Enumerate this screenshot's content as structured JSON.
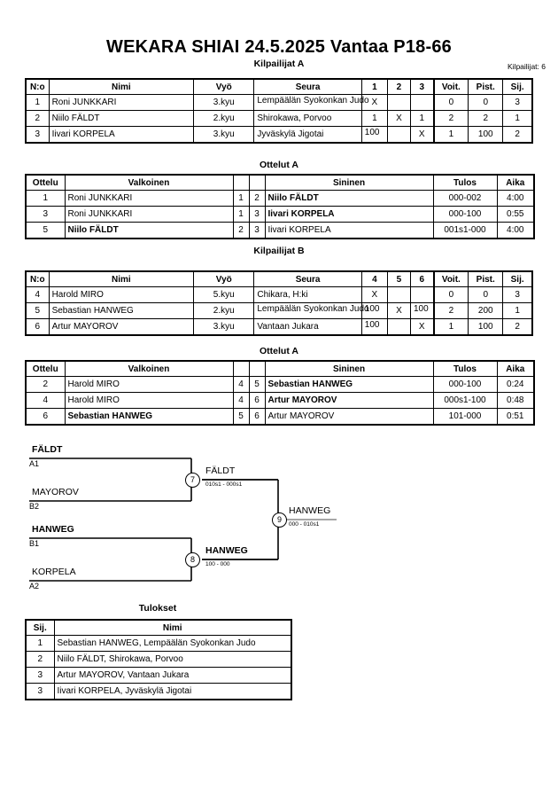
{
  "header": {
    "title": "WEKARA SHIAI  24.5.2025  Vantaa   P18-66",
    "competitors_label": "Kilpailijat: 6"
  },
  "pool_a": {
    "caption": "Kilpailijat A",
    "columns": [
      "N:o",
      "Nimi",
      "Vyö",
      "Seura",
      "1",
      "2",
      "3",
      "Voit.",
      "Pist.",
      "Sij."
    ],
    "rows": [
      {
        "no": "1",
        "name": "Roni JUNKKARI",
        "belt": "3.kyu",
        "club": "Lempäälän Syokonkan Judo",
        "m1": "X",
        "m2": "",
        "m3": "",
        "wins": "0",
        "points": "0",
        "rank": "3"
      },
      {
        "no": "2",
        "name": "Niilo FÄLDT",
        "belt": "2.kyu",
        "club": "Shirokawa, Porvoo",
        "m1": "1",
        "m2": "X",
        "m3": "1",
        "wins": "2",
        "points": "2",
        "rank": "1"
      },
      {
        "no": "3",
        "name": "Iivari KORPELA",
        "belt": "3.kyu",
        "club": "Jyväskylä Jigotai",
        "m1": "100",
        "m2": "",
        "m3": "X",
        "wins": "1",
        "points": "100",
        "rank": "2"
      }
    ]
  },
  "matches_a": {
    "caption": "Ottelut A",
    "columns": [
      "Ottelu",
      "Valkoinen",
      "",
      "",
      "Sininen",
      "Tulos",
      "Aika"
    ],
    "rows": [
      {
        "bout": "1",
        "white": "Roni JUNKKARI",
        "white_bold": false,
        "wn": "1",
        "bn": "2",
        "blue": "Niilo FÄLDT",
        "blue_bold": true,
        "result": "000-002",
        "time": "4:00"
      },
      {
        "bout": "3",
        "white": "Roni JUNKKARI",
        "white_bold": false,
        "wn": "1",
        "bn": "3",
        "blue": "Iivari KORPELA",
        "blue_bold": true,
        "result": "000-100",
        "time": "0:55"
      },
      {
        "bout": "5",
        "white": "Niilo FÄLDT",
        "white_bold": true,
        "wn": "2",
        "bn": "3",
        "blue": "Iivari KORPELA",
        "blue_bold": false,
        "result": "001s1-000",
        "time": "4:00"
      }
    ]
  },
  "pool_b": {
    "caption": "Kilpailijat B",
    "columns": [
      "N:o",
      "Nimi",
      "Vyö",
      "Seura",
      "4",
      "5",
      "6",
      "Voit.",
      "Pist.",
      "Sij."
    ],
    "rows": [
      {
        "no": "4",
        "name": "Harold MIRO",
        "belt": "5.kyu",
        "club": "Chikara, H:ki",
        "m1": "X",
        "m2": "",
        "m3": "",
        "wins": "0",
        "points": "0",
        "rank": "3"
      },
      {
        "no": "5",
        "name": "Sebastian HANWEG",
        "belt": "2.kyu",
        "club": "Lempäälän Syokonkan Judo",
        "m1": "100",
        "m2": "X",
        "m3": "100",
        "wins": "2",
        "points": "200",
        "rank": "1"
      },
      {
        "no": "6",
        "name": "Artur MAYOROV",
        "belt": "3.kyu",
        "club": "Vantaan Jukara",
        "m1": "100",
        "m2": "",
        "m3": "X",
        "wins": "1",
        "points": "100",
        "rank": "2"
      }
    ]
  },
  "matches_b": {
    "caption": "Ottelut A",
    "columns": [
      "Ottelu",
      "Valkoinen",
      "",
      "",
      "Sininen",
      "Tulos",
      "Aika"
    ],
    "rows": [
      {
        "bout": "2",
        "white": "Harold MIRO",
        "white_bold": false,
        "wn": "4",
        "bn": "5",
        "blue": "Sebastian HANWEG",
        "blue_bold": true,
        "result": "000-100",
        "time": "0:24"
      },
      {
        "bout": "4",
        "white": "Harold MIRO",
        "white_bold": false,
        "wn": "4",
        "bn": "6",
        "blue": "Artur MAYOROV",
        "blue_bold": true,
        "result": "000s1-100",
        "time": "0:48"
      },
      {
        "bout": "6",
        "white": "Sebastian HANWEG",
        "white_bold": true,
        "wn": "5",
        "bn": "6",
        "blue": "Artur MAYOROV",
        "blue_bold": false,
        "result": "101-000",
        "time": "0:51"
      }
    ]
  },
  "bracket": {
    "entrants": [
      {
        "name": "FÄLDT",
        "seed": "A1",
        "winner": true
      },
      {
        "name": "MAYOROV",
        "seed": "B2",
        "winner": false
      },
      {
        "name": "HANWEG",
        "seed": "B1",
        "winner": true
      },
      {
        "name": "KORPELA",
        "seed": "A2",
        "winner": false
      }
    ],
    "bouts": [
      {
        "num": "7",
        "winner": "FÄLDT",
        "score": "010s1 - 000s1"
      },
      {
        "num": "8",
        "winner": "HANWEG",
        "score": "100 - 000"
      },
      {
        "num": "9",
        "winner": "HANWEG",
        "score": "000 - 010s1"
      }
    ]
  },
  "results": {
    "caption": "Tulokset",
    "columns": [
      "Sij.",
      "Nimi"
    ],
    "rows": [
      {
        "rank": "1",
        "name": "Sebastian HANWEG, Lempäälän Syokonkan Judo"
      },
      {
        "rank": "2",
        "name": "Niilo FÄLDT, Shirokawa, Porvoo"
      },
      {
        "rank": "3",
        "name": "Artur MAYOROV, Vantaan Jukara"
      },
      {
        "rank": "3",
        "name": "Iivari KORPELA, Jyväskylä Jigotai"
      }
    ]
  }
}
